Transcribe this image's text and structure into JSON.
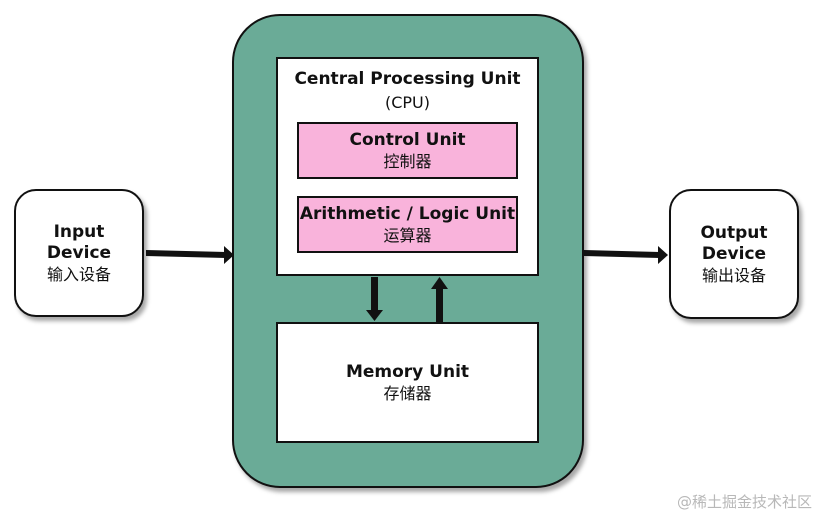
{
  "input": {
    "title_line1": "Input",
    "title_line2": "Device",
    "subtitle": "输入设备"
  },
  "output": {
    "title_line1": "Output",
    "title_line2": "Device",
    "subtitle": "输出设备"
  },
  "cpu": {
    "title": "Central Processing Unit",
    "abbr": "(CPU)",
    "control": {
      "title": "Control Unit",
      "subtitle": "控制器"
    },
    "alu": {
      "title": "Arithmetic / Logic Unit",
      "subtitle": "运算器"
    }
  },
  "memory": {
    "title": "Memory Unit",
    "subtitle": "存储器"
  },
  "watermark": "@稀土掘金技术社区",
  "colors": {
    "case": "#6aab97",
    "pink": "#f9b3db",
    "stroke": "#111111"
  }
}
